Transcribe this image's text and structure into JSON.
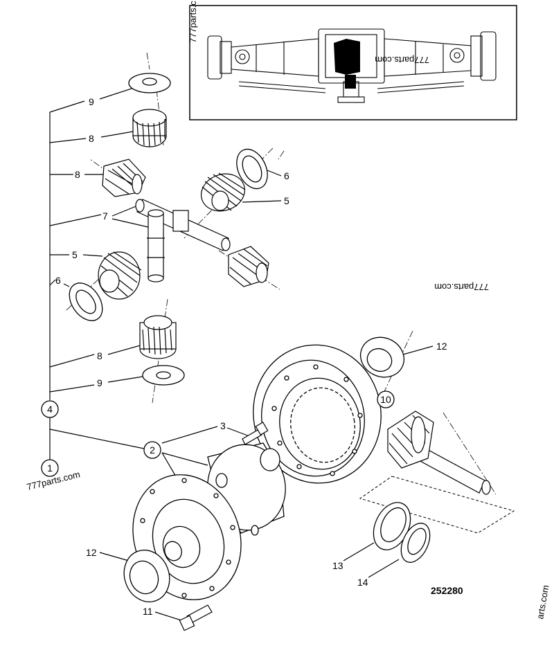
{
  "parts": [
    {
      "key": "p9a",
      "label": "9"
    },
    {
      "key": "p8a",
      "label": "8"
    },
    {
      "key": "p8b",
      "label": "8"
    },
    {
      "key": "p7",
      "label": "7"
    },
    {
      "key": "p5a",
      "label": "5"
    },
    {
      "key": "p6a",
      "label": "6"
    },
    {
      "key": "p8c",
      "label": "8"
    },
    {
      "key": "p9b",
      "label": "9"
    },
    {
      "key": "p6b",
      "label": "6"
    },
    {
      "key": "p5b",
      "label": "5"
    },
    {
      "key": "p12a",
      "label": "12"
    },
    {
      "key": "p10",
      "label": "10"
    },
    {
      "key": "p3",
      "label": "3"
    },
    {
      "key": "p4",
      "label": "4"
    },
    {
      "key": "p2",
      "label": "2"
    },
    {
      "key": "p1",
      "label": "1"
    },
    {
      "key": "p12b",
      "label": "12"
    },
    {
      "key": "p13",
      "label": "13"
    },
    {
      "key": "p14",
      "label": "14"
    },
    {
      "key": "p11",
      "label": "11"
    }
  ],
  "drawing_number": "252280",
  "watermarks": {
    "top_vertical": "777parts.c",
    "inset": "777parts.com",
    "mid_right": "777parts.com",
    "bottom_left": "777parts.com",
    "bottom_right": "arts.com"
  }
}
